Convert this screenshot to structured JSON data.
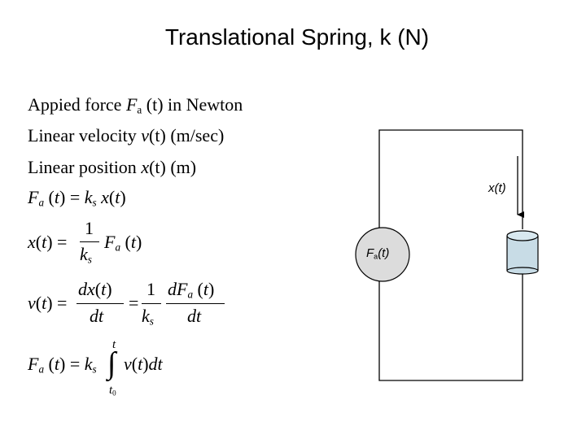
{
  "title": "Translational Spring, k (N)",
  "definitions": [
    {
      "text": "Appied force ",
      "symbol": "F",
      "sub": "a",
      "arg": " (t)",
      "unit": " in Newton"
    },
    {
      "text": "Linear velocity ",
      "symbol": "v",
      "sub": "",
      "arg": "(t)",
      "unit": " (m/sec)"
    },
    {
      "text": "Linear position ",
      "symbol": "x",
      "sub": "",
      "arg": "(t)",
      "unit": " (m)"
    }
  ],
  "diagram": {
    "force_label": "F",
    "force_sub": "a",
    "force_arg": "(t)",
    "position_label": "x(t)"
  }
}
